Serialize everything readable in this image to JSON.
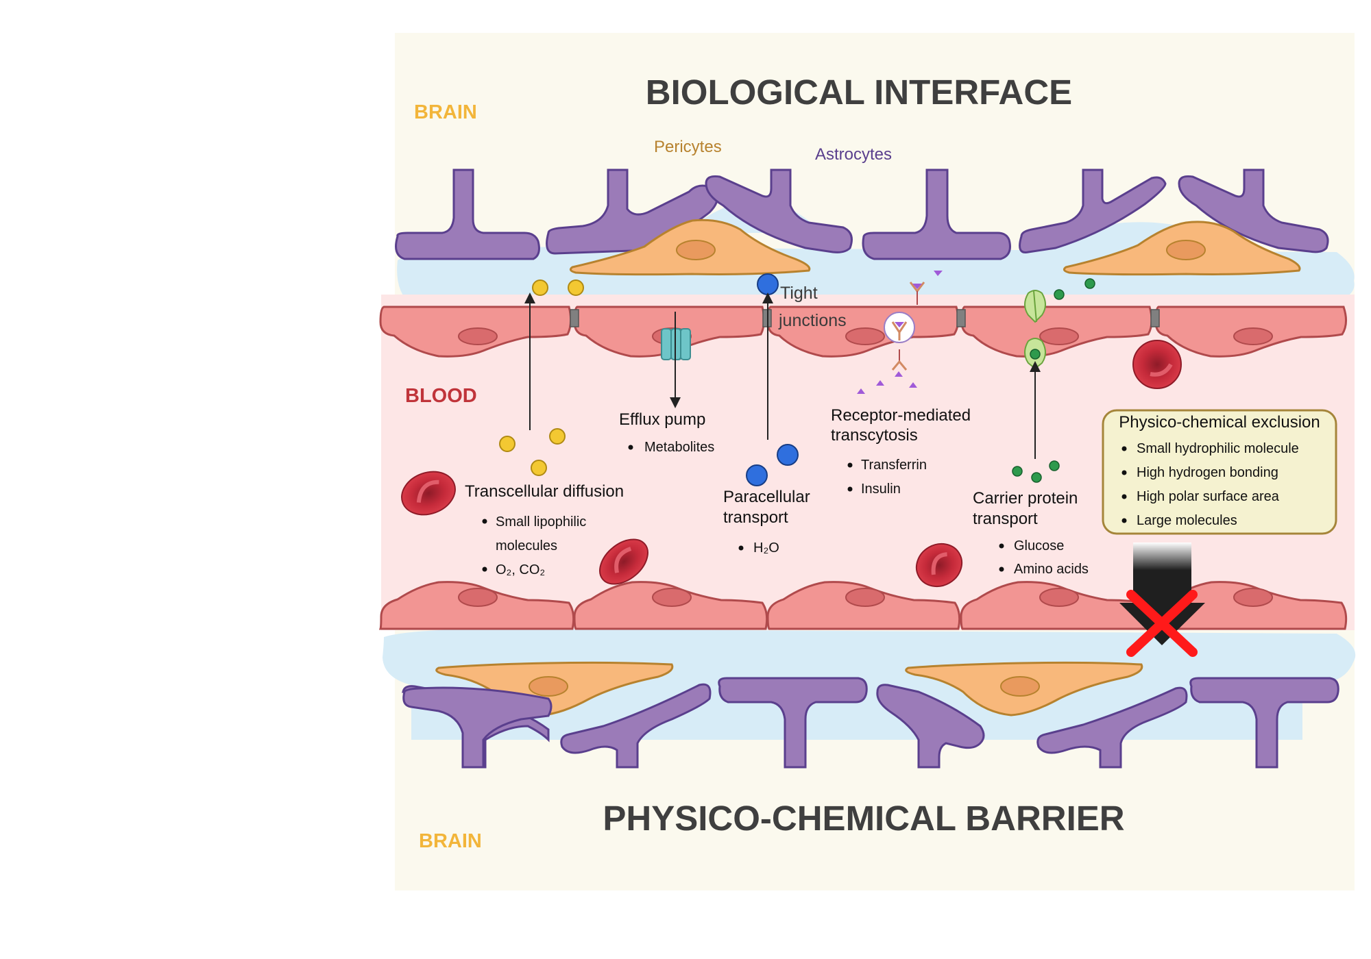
{
  "titles": {
    "top": "BIOLOGICAL INTERFACE",
    "bottom": "PHYSICO-CHEMICAL BARRIER"
  },
  "regions": {
    "brain_top": "BRAIN",
    "brain_bottom": "BRAIN",
    "blood": "BLOOD"
  },
  "cell_labels": {
    "pericytes": "Pericytes",
    "astrocytes": "Astrocytes",
    "tight_junctions_1": "Tight",
    "tight_junctions_2": "junctions"
  },
  "mechanisms": {
    "transcellular": {
      "title": "Transcellular diffusion",
      "items": [
        "Small lipophilic",
        "molecules",
        "O₂, CO₂"
      ]
    },
    "efflux": {
      "title": "Efflux pump",
      "items": [
        "Metabolites"
      ]
    },
    "paracellular": {
      "title_1": "Paracellular",
      "title_2": "transport",
      "items": [
        "H₂O"
      ]
    },
    "receptor": {
      "title_1": "Receptor-mediated",
      "title_2": "transcytosis",
      "items": [
        "Transferrin",
        "Insulin"
      ]
    },
    "carrier": {
      "title_1": "Carrier protein",
      "title_2": "transport",
      "items": [
        "Glucose",
        "Amino acids"
      ]
    },
    "exclusion": {
      "title": "Physico-chemical exclusion",
      "items": [
        "Small hydrophilic molecule",
        "High hydrogen bonding",
        "High polar surface area",
        "Large molecules"
      ]
    }
  },
  "colors": {
    "background": "#fbf9ee",
    "blood": "#fde6e6",
    "basement": "#d7ecf7",
    "endothelial": "#f29593",
    "endothelial_edge": "#b04a4c",
    "astrocyte": "#9b7bb8",
    "astrocyte_edge": "#5a3f8d",
    "pericyte": "#f8b87b",
    "pericyte_edge": "#b7822e",
    "rbc": "#c52a3a",
    "exclusion_box": "#f5f2d0",
    "blocked": "#ff1a1a"
  }
}
